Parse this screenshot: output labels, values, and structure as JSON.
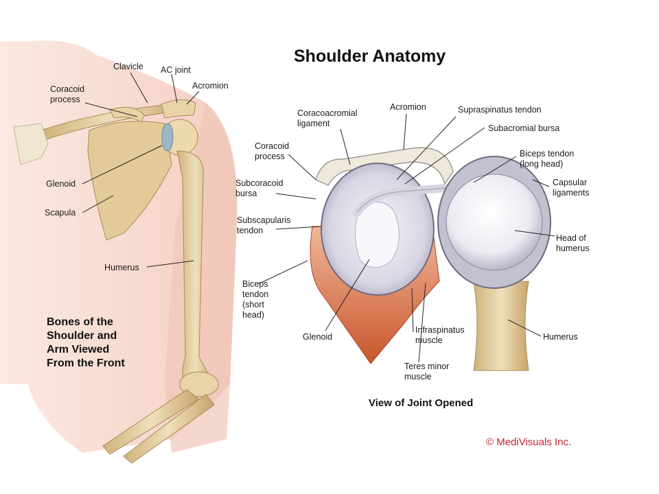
{
  "title": "Shoulder Anatomy",
  "front_view": {
    "caption_lines": [
      "Bones of the",
      "Shoulder and",
      "Arm Viewed",
      "From the Front"
    ],
    "labels": {
      "clavicle": "Clavicle",
      "ac_joint": "AC joint",
      "acromion": "Acromion",
      "coracoid_line1": "Coracoid",
      "coracoid_line2": "process",
      "glenoid": "Glenoid",
      "scapula": "Scapula",
      "humerus": "Humerus"
    }
  },
  "joint_view": {
    "caption": "View of Joint Opened",
    "labels": {
      "coracoacromial_line1": "Coracoacromial",
      "coracoacromial_line2": "ligament",
      "acromion": "Acromion",
      "supraspinatus": "Supraspinatus tendon",
      "subacromial": "Subacromial bursa",
      "biceps_long_line1": "Biceps tendon",
      "biceps_long_line2": "(long head)",
      "capsular_line1": "Capsular",
      "capsular_line2": "ligaments",
      "coracoid_line1": "Coracoid",
      "coracoid_line2": "process",
      "subcoracoid_line1": "Subcoracoid",
      "subcoracoid_line2": "bursa",
      "subscapularis_line1": "Subscapularis",
      "subscapularis_line2": "tendon",
      "head_line1": "Head of",
      "head_line2": "humerus",
      "biceps_short_line1": "Biceps",
      "biceps_short_line2": "tendon",
      "biceps_short_line3": "(short",
      "biceps_short_line4": "head)",
      "glenoid": "Glenoid",
      "infraspinatus_line1": "Infraspinatus",
      "infraspinatus_line2": "muscle",
      "teres_line1": "Teres minor",
      "teres_line2": "muscle",
      "humerus": "Humerus"
    }
  },
  "credit": "© MediVisuals Inc.",
  "colors": {
    "skin": "#f6d9cf",
    "bone": "#e8d4a8",
    "bone_shade": "#c9a86a",
    "muscle": "#d9784a",
    "cartilage": "#e4e2ee",
    "credit": "#c0262d"
  }
}
